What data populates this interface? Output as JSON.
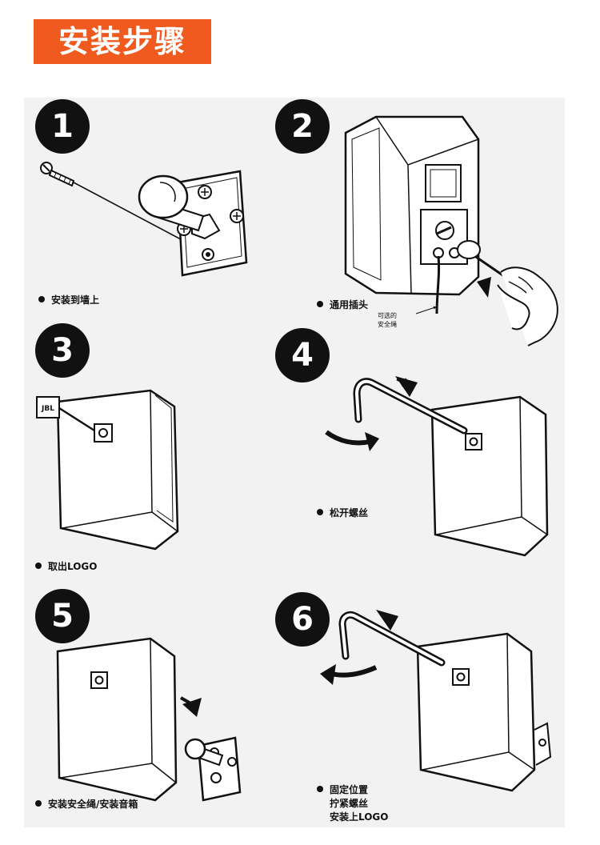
{
  "title": "安装步骤",
  "steps": [
    {
      "number": "1",
      "caption": "安装到墙上"
    },
    {
      "number": "2",
      "caption": "通用插头",
      "note": [
        "可选的",
        "安全绳"
      ]
    },
    {
      "number": "3",
      "caption": "取出LOGO",
      "logo_text": "JBL"
    },
    {
      "number": "4",
      "caption": "松开螺丝"
    },
    {
      "number": "5",
      "caption": "安装安全绳/安装音箱"
    },
    {
      "number": "6",
      "caption_lines": [
        "固定位置",
        "拧紧螺丝",
        "安装上LOGO"
      ]
    }
  ],
  "colors": {
    "title_bg": "#f05a1e",
    "sheet_bg": "#f2f2f2",
    "ink": "#111111"
  }
}
